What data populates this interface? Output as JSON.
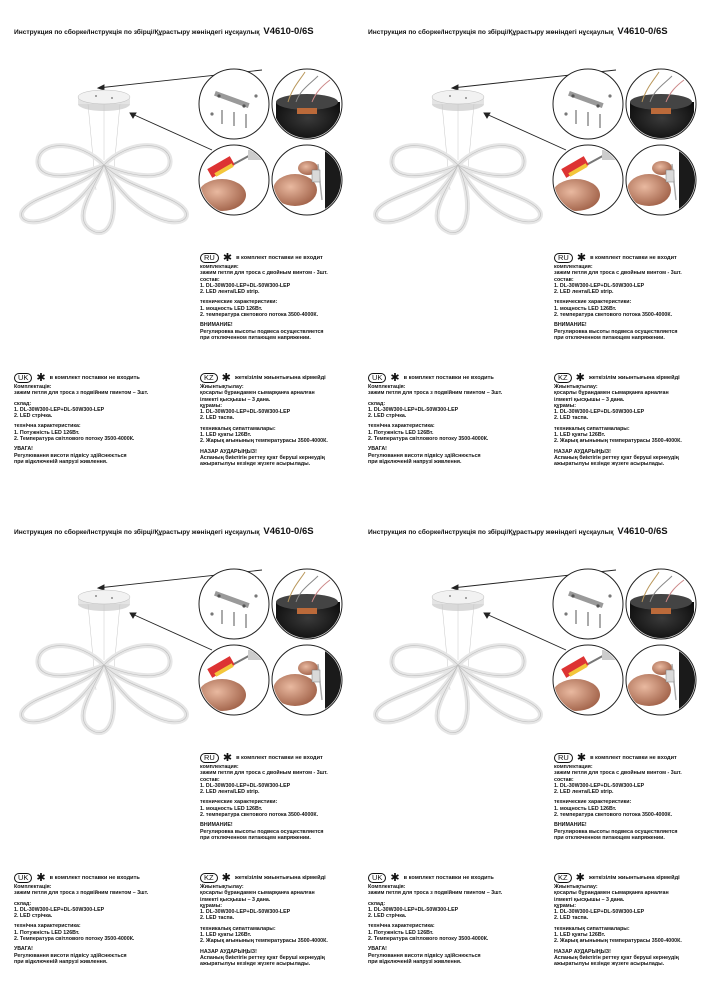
{
  "title": {
    "text": "Инструкция по сборке/Інструкція по збірці/Құрастыру жөніндегі нұсқаулық",
    "model": "V4610-0/6S"
  },
  "ru": {
    "badge": "RU",
    "header": "в комплект поставки не входит",
    "lines": [
      "комплектация:",
      "зажим петля для троса с двойным винтом - 3шт.",
      "состав:",
      "1. DL-30W300-LEP+DL-50W300-LEP",
      "2. LED лента/LED strip.",
      "",
      "технические характеристики:",
      "1. мощность LED 126Вт.",
      "2. температура светового потока 3500-4000К.",
      "",
      "ВНИМАНИЕ!",
      "Регулировка высоты подвеса осуществляется",
      "при отключенном питающем напряжении."
    ]
  },
  "uk": {
    "badge": "UK",
    "header": "в комплект поставки не входить",
    "lines": [
      "Комплектація:",
      "зажим петля для троса з подвійним гвинтом – 3шт.",
      "",
      "склад:",
      "1. DL-30W300-LEP+DL-50W300-LEP",
      "2. LED стрічка.",
      "",
      "технічна характеристика:",
      "1. Потужність LED 126Вт.",
      "2. Температура світлового потоку 3500-4000К.",
      "",
      "УВАГА!",
      "Регулювання висоти підвісу здійснюється",
      "при відключеній напрузі живлення."
    ]
  },
  "kz": {
    "badge": "KZ",
    "header": "жеткізілім жиынтығына кірмейді",
    "lines": [
      "Жиынтықтылау:",
      "қосарлы бұрандамен сымарқанға арналған",
      "ілмекті қысқышы – 3 дана.",
      "құрамы:",
      "1. DL-30W300-LEP+DL-50W300-LEP",
      "2. LED таспа.",
      "",
      "техникалық сипаттамалары:",
      "1. LED қуаты 126Вт.",
      "2. Жарық ағынының температурасы 3500-4000К.",
      "",
      "НАЗАР АУДАРЫҢЫЗ!",
      "Аспаның биіктігін реттеу қуат беруші кернеудің",
      "ажыратылуы кезінде жүзеге асырылады."
    ]
  },
  "icons": [
    "ceiling-lamp-illustration",
    "mounting-bracket-icon",
    "lamp-canopy-wiring-icon",
    "screwdriver-hand-icon",
    "cable-clamp-hand-icon",
    "asterisk-icon"
  ]
}
